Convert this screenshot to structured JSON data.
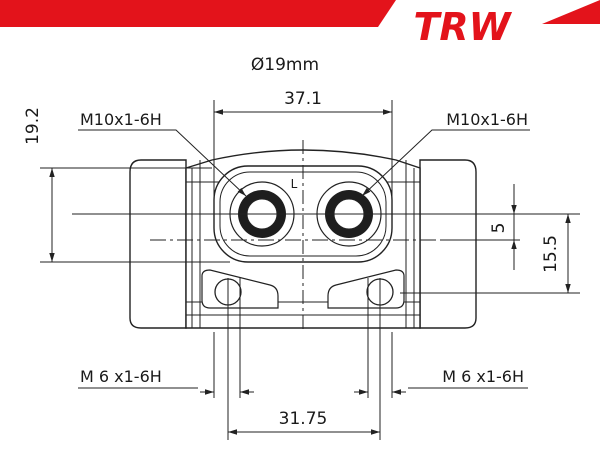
{
  "brand": {
    "logo_text": "TRW",
    "accent_color": "#e3131b"
  },
  "drawing": {
    "bore_diameter": "Ø19mm",
    "port_spacing": "37.1",
    "overall_height": "19.2",
    "offset_small": "5",
    "offset_large": "15.5",
    "bleed_spacing": "31.75",
    "port_left": "M10x1-6H",
    "port_right": "M10x1-6H",
    "bleed_left": "M 6 x1-6H",
    "bleed_right": "M 6 x1-6H",
    "center_mark": "L"
  }
}
